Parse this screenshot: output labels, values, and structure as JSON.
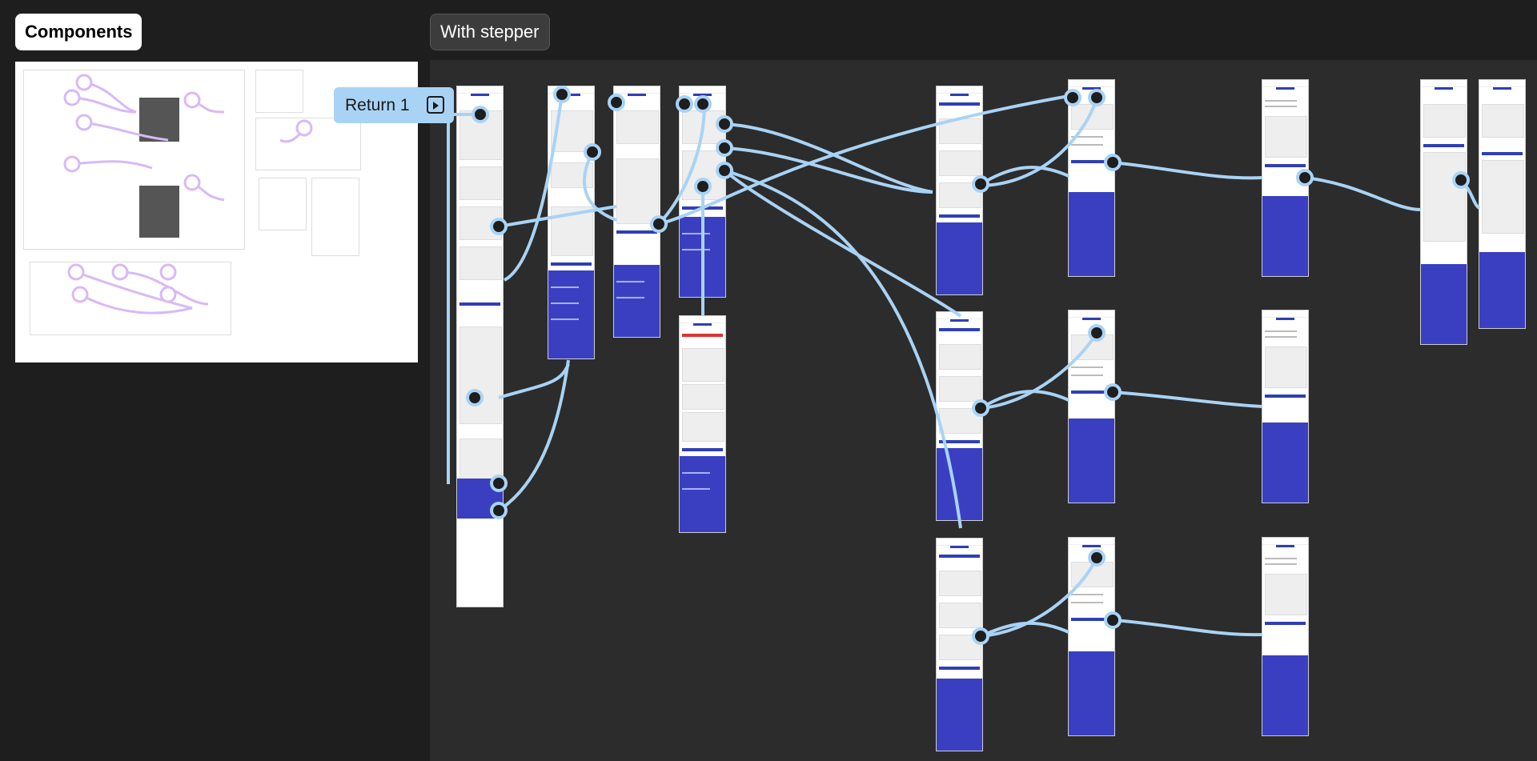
{
  "canvas": {
    "components_label": "Components",
    "stepper_label": "With stepper",
    "return_label": "Return 1"
  },
  "colors": {
    "canvas_bg": "#1e1e1e",
    "section_bg": "#2c2c2c",
    "flow_blue": "#a9d3f5",
    "flow_purple": "#d8b9f6",
    "brand_blue": "#3a3fc2"
  },
  "icons": {
    "return": "play-frame-icon"
  }
}
